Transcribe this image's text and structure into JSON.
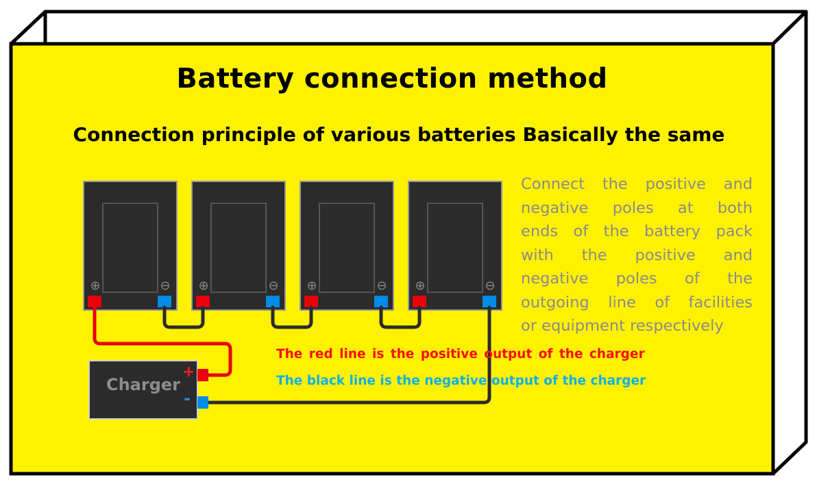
{
  "title": "Battery connection method",
  "subtitle": "Connection principle of various batteries Basically the same",
  "description_lines": [
    "Connect the positive and",
    "negative poles at both",
    "ends of the battery pack",
    "with the positive and",
    "negative poles of the",
    "outgoing line of facilities",
    "or equipment respectively"
  ],
  "legend": {
    "red_line": "The red line is the positive output of the charger",
    "black_line": "The black line is the negative output of the charger"
  },
  "charger": {
    "label": "Charger",
    "plus_sign": "+",
    "minus_sign": "-"
  },
  "colors": {
    "background_panel": "#fff200",
    "battery_body": "#2b2b2b",
    "positive_terminal": "#e8000b",
    "negative_terminal": "#008be6",
    "positive_wire": "#e8000b",
    "negative_wire": "#2b2b2b",
    "description_text": "#8a8a8a",
    "legend_red": "#ff0d0d",
    "legend_blue": "#0eb0e8"
  },
  "batteries": [
    {
      "name": "battery-1",
      "positive_symbol": "⊕",
      "negative_symbol": "⊖"
    },
    {
      "name": "battery-2",
      "positive_symbol": "⊕",
      "negative_symbol": "⊖"
    },
    {
      "name": "battery-3",
      "positive_symbol": "⊕",
      "negative_symbol": "⊖"
    },
    {
      "name": "battery-4",
      "positive_symbol": "⊕",
      "negative_symbol": "⊖"
    }
  ]
}
